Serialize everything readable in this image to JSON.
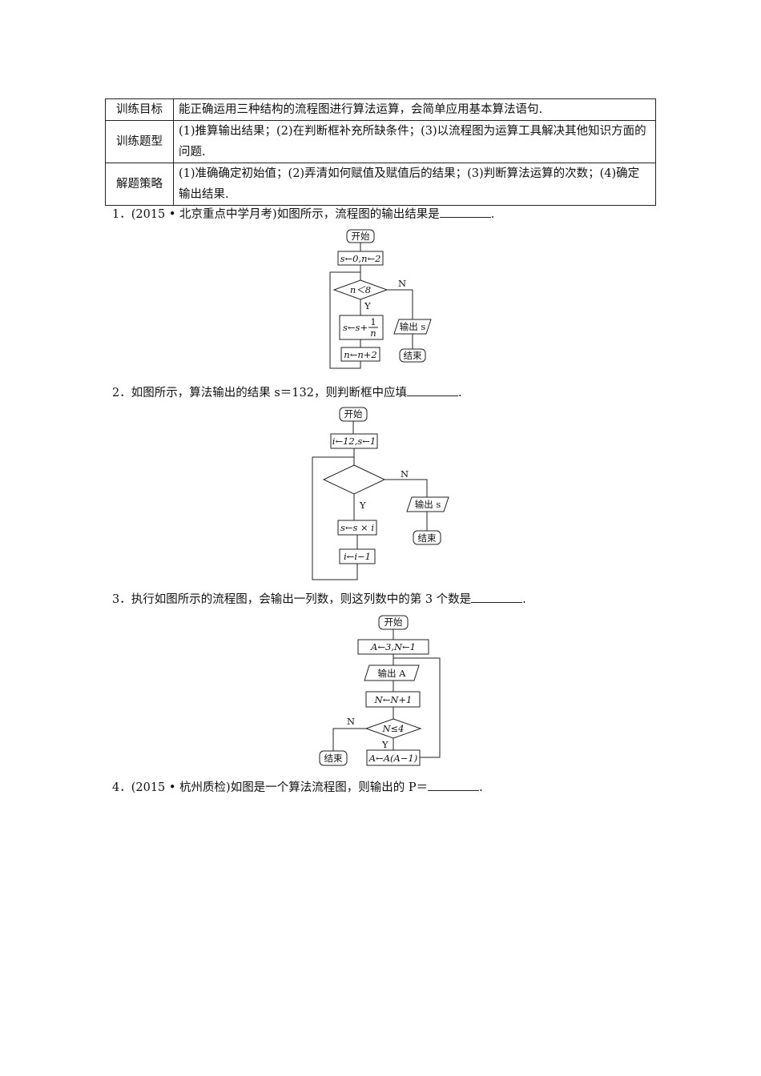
{
  "table": {
    "rows": [
      {
        "label": "训练目标",
        "content": "能正确运用三种结构的流程图进行算法运算，会简单应用基本算法语句."
      },
      {
        "label": "训练题型",
        "content": "(1)推算输出结果；(2)在判断框补充所缺条件；(3)以流程图为运算工具解决其他知识方面的问题."
      },
      {
        "label": "解题策略",
        "content": "(1)准确确定初始值；(2)弄清如何赋值及赋值后的结果；(3)判断算法运算的次数；(4)确定输出结果."
      }
    ]
  },
  "questions": [
    {
      "text": "1．(2015 • 北京重点中学月考)如图所示，流程图的输出结果是",
      "end": "."
    },
    {
      "text": "2．如图所示，算法输出的结果 s＝132，则判断框中应填",
      "end": "."
    },
    {
      "text": "3．执行如图所示的流程图，会输出一列数，则这列数中的第 3 个数是",
      "end": "."
    },
    {
      "text": "4．(2015 • 杭州质检)如图是一个算法流程图，则输出的 P＝",
      "end": "."
    }
  ],
  "flow1": {
    "start": "开始",
    "init": "s←0,n←2",
    "cond": "n＜8",
    "no": "N",
    "yes": "Y",
    "assign_s": "s←s+",
    "frac_num": "1",
    "frac_den": "n",
    "assign_n": "n←n+2",
    "output": "输出 s",
    "end": "结束"
  },
  "flow2": {
    "start": "开始",
    "init": "i←12,s←1",
    "no": "N",
    "yes": "Y",
    "assign_s": "s←s × i",
    "assign_i": "i←i−1",
    "output": "输出 s",
    "end": "结束"
  },
  "flow3": {
    "start": "开始",
    "init": "A←3,N←1",
    "output": "输出 A",
    "assign_n": "N←N+1",
    "cond": "N≤4",
    "no": "N",
    "yes": "Y",
    "assign_a": "A←A(A−1)",
    "end": "结束"
  }
}
